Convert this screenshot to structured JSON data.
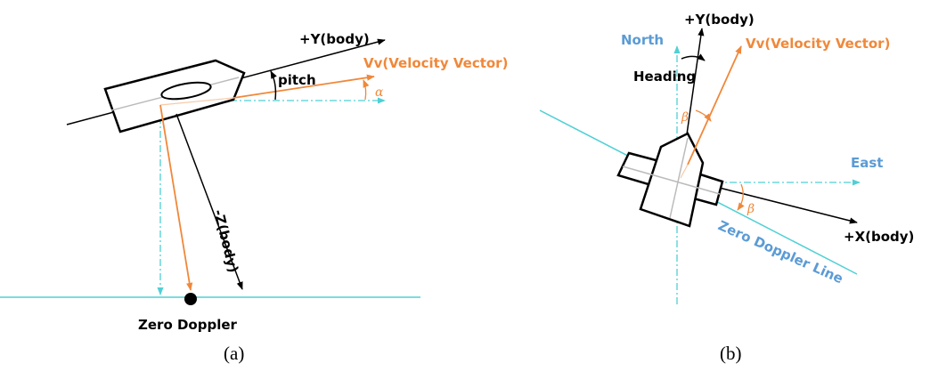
{
  "colors": {
    "black": "#000000",
    "orange": "#f0883a",
    "cyan": "#4fd0d4",
    "blue": "#5b9bd5",
    "gray": "#bbbbbb"
  },
  "panel_a": {
    "y_body": "+Y(body)",
    "velocity": "Vv(Velocity Vector)",
    "pitch": "pitch",
    "alpha": "α",
    "z_body": "-Z(body)",
    "zero_doppler": "Zero Doppler",
    "caption": "(a)"
  },
  "panel_b": {
    "north": "North",
    "y_body": "+Y(body)",
    "heading": "Heading",
    "velocity": "Vv(Velocity Vector)",
    "beta_top": "β",
    "east": "East",
    "beta_bottom": "β",
    "x_body": "+X(body)",
    "zero_doppler_line": "Zero Doppler Line",
    "caption": "(b)"
  }
}
